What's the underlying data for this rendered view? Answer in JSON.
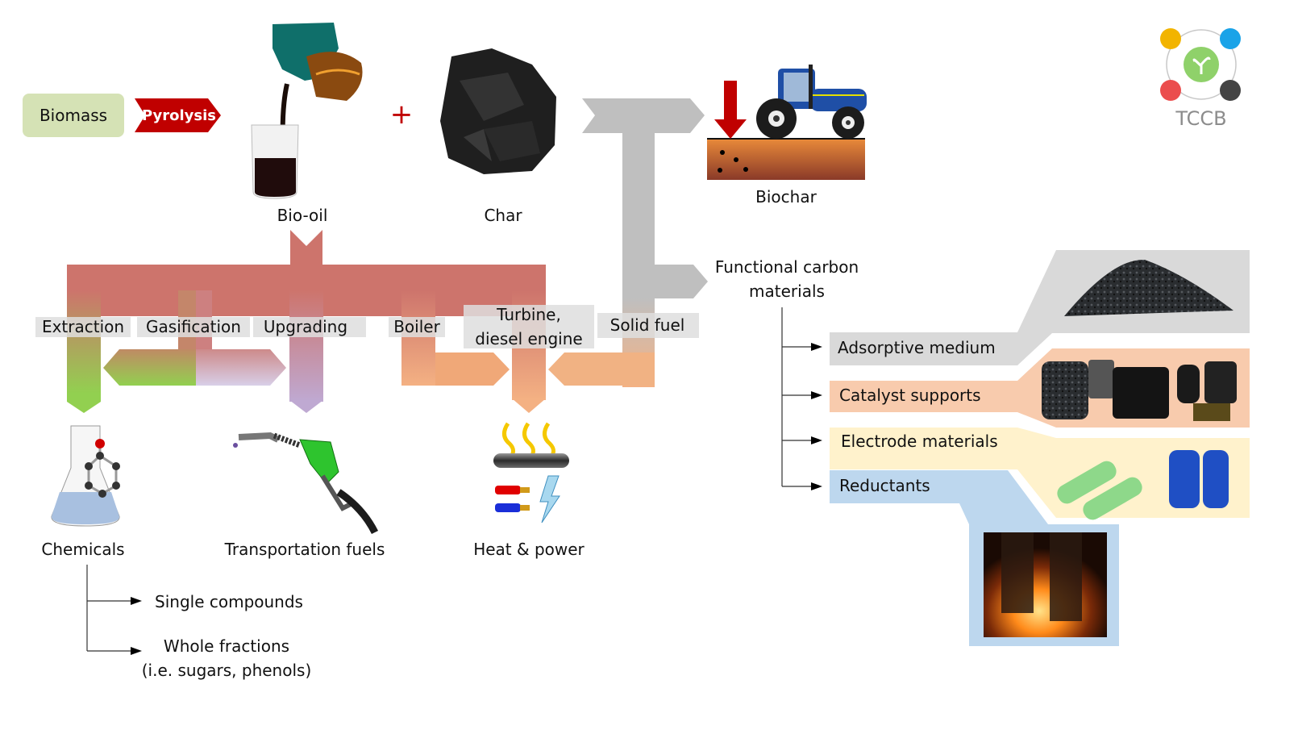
{
  "title": "Biomass pyrolysis products and applications",
  "logo": {
    "text": "TCCB",
    "icons": [
      "network-icon",
      "water-drop-icon",
      "sprout-icon",
      "flame-icon",
      "tire-icon"
    ]
  },
  "feed": {
    "biomass": "Biomass",
    "process": "Pyrolysis",
    "plus": "+"
  },
  "products": {
    "bio_oil": "Bio-oil",
    "char": "Char",
    "biochar": "Biochar",
    "functional_carbon": [
      "Functional carbon",
      "materials"
    ]
  },
  "processes": {
    "extraction": "Extraction",
    "gasification": "Gasification",
    "upgrading": "Upgrading",
    "boiler": "Boiler",
    "turbine": [
      "Turbine,",
      "diesel engine"
    ],
    "solid_fuel": "Solid fuel"
  },
  "outputs": {
    "chemicals": "Chemicals",
    "transportation_fuels": "Transportation fuels",
    "heat_power": "Heat & power"
  },
  "chemicals_branches": {
    "single": "Single compounds",
    "whole": [
      "Whole fractions",
      "(i.e. sugars, phenols)"
    ]
  },
  "carbon_applications": [
    {
      "label": "Adsorptive medium",
      "color": "#d9d9d9"
    },
    {
      "label": "Catalyst supports",
      "color": "#f8cbad"
    },
    {
      "label": "Electrode materials",
      "color": "#fff2cc"
    },
    {
      "label": "Reductants",
      "color": "#bdd7ee"
    }
  ],
  "colors": {
    "biomass_box": "#d5e2b5",
    "pyrolysis_arrow": "#c00000",
    "bio_oil_flow": "#cd746c",
    "char_flow": "#bfbfbf",
    "label_box": "#dedede",
    "green_end": "#92d050",
    "purple_end": "#b4a7d6",
    "orange_end": "#f4b183"
  }
}
